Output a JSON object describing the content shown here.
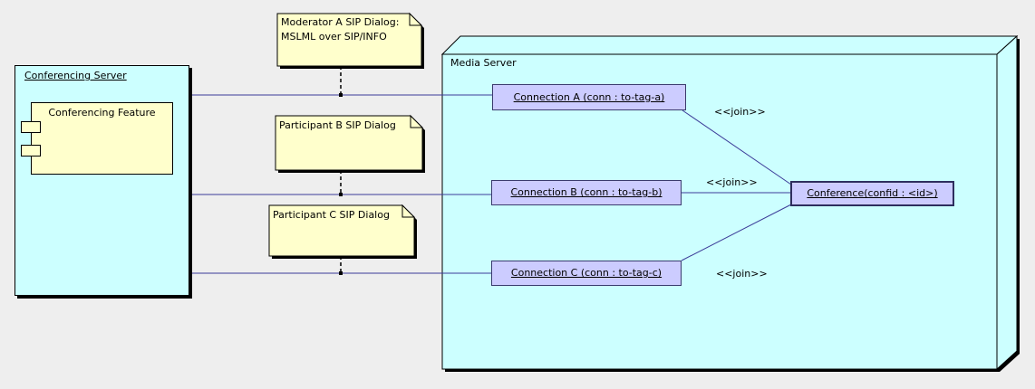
{
  "diagram": {
    "conferencing_server": {
      "title": "Conferencing Server",
      "component_label": "Conferencing Feature"
    },
    "media_server": {
      "title": "Media Server"
    },
    "notes": {
      "moderator_a": {
        "line1": "Moderator A SIP Dialog:",
        "line2": "MSLML over SIP/INFO"
      },
      "participant_b": {
        "line1": "Participant B SIP Dialog"
      },
      "participant_c": {
        "line1": "Participant C SIP Dialog"
      }
    },
    "objects": {
      "connection_a": "Connection A (conn : to-tag-a)",
      "connection_b": "Connection B (conn : to-tag-b)",
      "connection_c": "Connection C (conn : to-tag-c)",
      "conference": "Conference(confid : <id>)"
    },
    "stereotypes": {
      "join_a": "<<join>>",
      "join_b": "<<join>>",
      "join_c": "<<join>>"
    },
    "colors": {
      "background": "#eeeeee",
      "node_fill": "#ccffff",
      "note_fill": "#ffffcc",
      "object_fill": "#ccccff",
      "association_line": "#3b3b98",
      "border": "#000000"
    }
  }
}
